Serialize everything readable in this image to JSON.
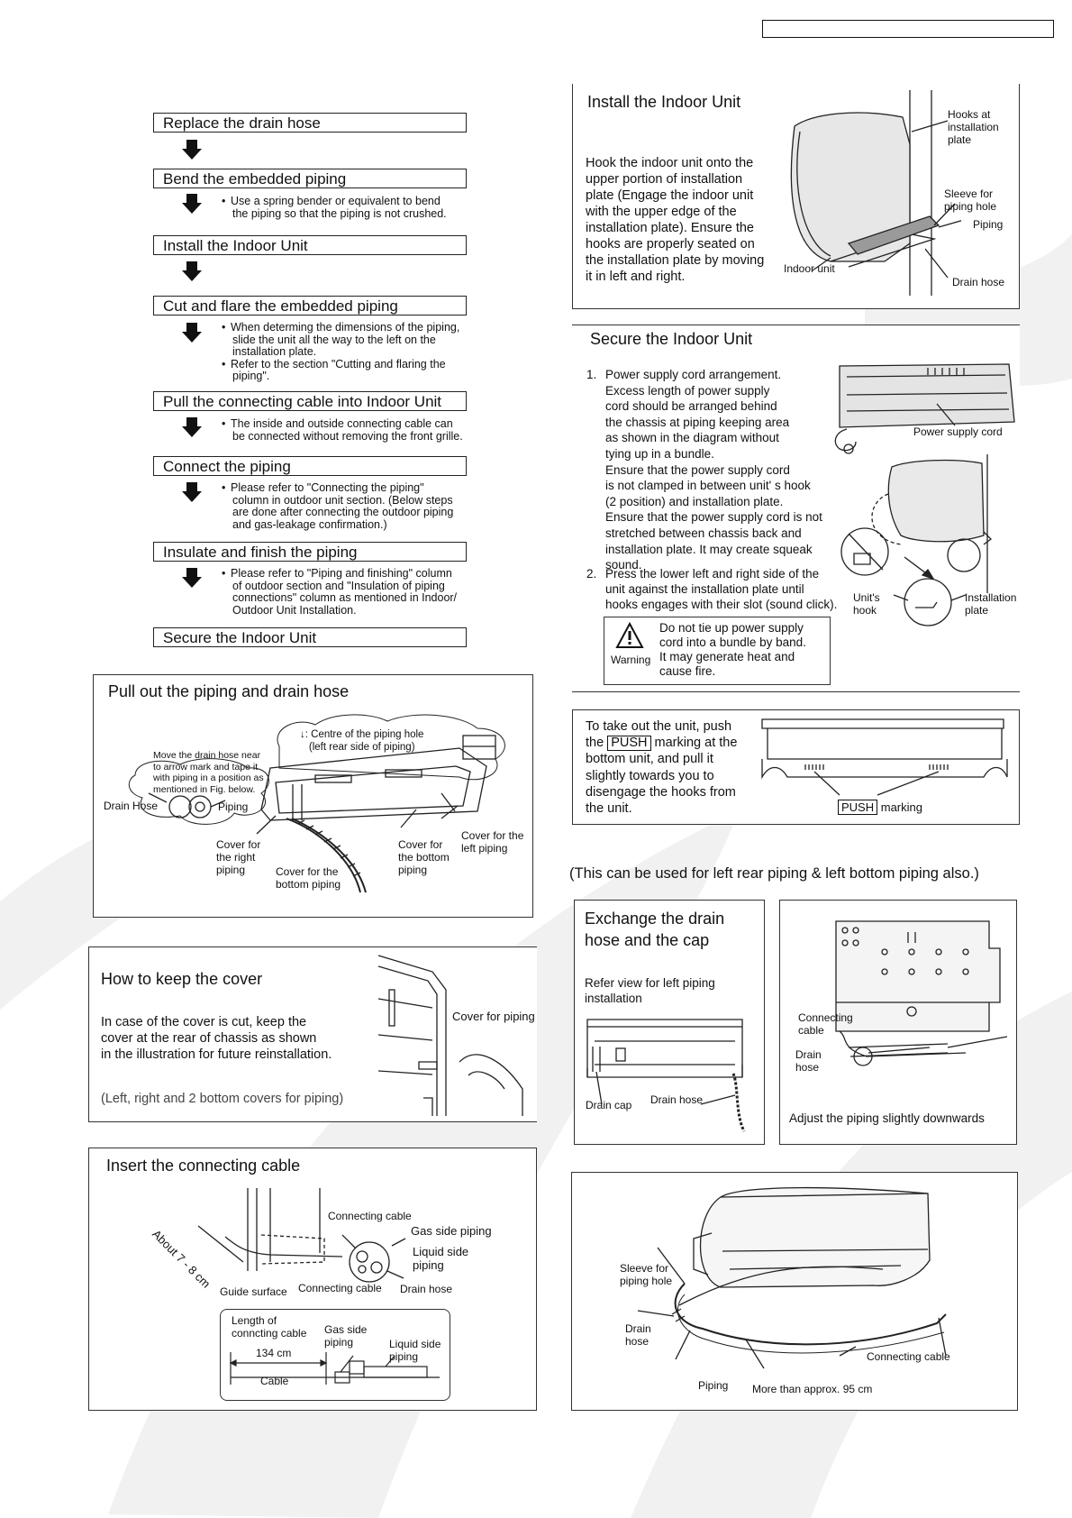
{
  "flow": {
    "steps": [
      "Replace the drain hose",
      "Bend the embedded piping",
      "Install the Indoor Unit",
      "Cut and flare the embedded piping",
      "Pull the connecting cable into Indoor Unit",
      "Connect the piping",
      "Insulate and finish the piping",
      "Secure the Indoor Unit"
    ],
    "notes": {
      "bend": [
        "Use a spring bender or equivalent to bend",
        "the piping so that the piping is not crushed."
      ],
      "cut1": [
        "When determing the dimensions of the piping,",
        "slide the unit all the way to the left on the",
        "installation plate."
      ],
      "cut2": [
        "Refer to the section \"Cutting and flaring the",
        "piping\"."
      ],
      "pull": [
        "The inside and outside connecting cable can",
        "be connected without removing the front grille."
      ],
      "connect": [
        "Please refer to \"Connecting the piping\"",
        "column in outdoor unit section. (Below steps",
        "are done after connecting the outdoor piping",
        "and gas-leakage confirmation.)"
      ],
      "insulate": [
        "Please refer to \"Piping and finishing\" column",
        "of outdoor section and \"Insulation of piping",
        "connections\" column as mentioned in Indoor/",
        "Outdoor Unit Installation."
      ]
    }
  },
  "pull_out": {
    "title": "Pull out the piping and drain hose",
    "centre_hole": [
      "↓: Centre of the piping hole",
      "(left rear side of piping)"
    ],
    "move_note": [
      "Move the drain hose near",
      "to arrow mark and tape it",
      "with piping in a position as",
      "mentioned in Fig. below."
    ],
    "drain_hose": "Drain Hose",
    "piping": "Piping",
    "cover_right": [
      "Cover for",
      "the right",
      "piping"
    ],
    "cover_bottom_piping": [
      "Cover for the",
      "bottom piping"
    ],
    "cover_bottom": [
      "Cover for",
      "the bottom",
      "piping"
    ],
    "cover_left": [
      "Cover for the",
      "left piping"
    ]
  },
  "keep_cover": {
    "title": "How to keep the cover",
    "text": [
      "In case of the cover is cut, keep the",
      "cover at the rear of chassis as shown",
      "in the illustration for future reinstallation."
    ],
    "footnote": "(Left, right and 2 bottom covers for piping)",
    "label": "Cover for piping"
  },
  "insert_cable": {
    "title": "Insert the connecting cable",
    "about": "About",
    "about_dim": "7 - 8 cm",
    "connecting_cable_top": "Connecting cable",
    "gas_side": "Gas side piping",
    "liquid_side": [
      "Liquid side",
      "piping"
    ],
    "guide_surface": "Guide surface",
    "connecting_cable": "Connecting cable",
    "drain_hose": "Drain hose",
    "length": [
      "Length of",
      "conncting cable"
    ],
    "gas_side2": [
      "Gas side",
      "piping"
    ],
    "liquid_side2": [
      "Liquid side",
      "piping"
    ],
    "dim": "134 cm",
    "cable": "Cable"
  },
  "install_indoor": {
    "title": "Install the Indoor Unit",
    "text": [
      "Hook the indoor unit onto the",
      "upper portion of installation",
      "plate (Engage the indoor unit",
      "with the upper edge of the",
      "installation plate). Ensure the",
      "hooks are properly seated on",
      "the installation plate by moving",
      "it in left and right."
    ],
    "hooks": [
      "Hooks at",
      "installation",
      "plate"
    ],
    "sleeve": [
      "Sleeve for",
      "piping hole"
    ],
    "piping": "Piping",
    "indoor_unit": "Indoor unit",
    "drain_hose": "Drain hose"
  },
  "secure_indoor": {
    "title": "Secure the Indoor Unit",
    "item1_num": "1.",
    "item1": [
      "Power supply cord arrangement.",
      "Excess length of power supply",
      "cord should be arranged behind",
      "the chassis at piping keeping area",
      "as shown in the diagram without",
      "tying up in a bundle.",
      "Ensure that the power supply cord",
      "is not clamped in between unit' s hook",
      "(2 position) and installation plate.",
      "Ensure that the power supply cord is not",
      "stretched between chassis back and",
      "installation plate. It may create squeak",
      "sound."
    ],
    "item2_num": "2.",
    "item2": [
      "Press the lower left and right side of the",
      "unit against the installation plate until",
      "hooks engages with their slot (sound click)."
    ],
    "power_cord": "Power supply cord",
    "units_hook": [
      "Unit's",
      "hook"
    ],
    "install_plate": [
      "Installation",
      "plate"
    ],
    "warning_label": "Warning",
    "warning_text": [
      "Do not tie up power supply",
      "cord into a bundle by band.",
      "It may generate heat and",
      "cause fire."
    ]
  },
  "take_out": {
    "line1": "To take out the unit, push",
    "the": "the",
    "push": "PUSH",
    "line2_rest": "marking at the",
    "rest": [
      "bottom unit, and pull it",
      "slightly towards you to",
      "disengage the hooks from",
      "the unit."
    ],
    "marking": "marking"
  },
  "also_note": "(This can be used for left rear piping & left bottom piping also.)",
  "exchange": {
    "title": [
      "Exchange the drain",
      "hose and the cap"
    ],
    "refer": [
      "Refer view for left piping",
      "installation"
    ],
    "drain_cap": "Drain cap",
    "drain_hose": "Drain hose"
  },
  "adjust": {
    "connecting_cable": [
      "Connecting",
      "cable"
    ],
    "drain_hose": [
      "Drain",
      "hose"
    ],
    "caption": "Adjust the piping slightly downwards"
  },
  "bottom_fig": {
    "sleeve": [
      "Sleeve for",
      "piping hole"
    ],
    "drain": [
      "Drain",
      "hose"
    ],
    "connecting_cable": "Connecting cable",
    "piping": "Piping",
    "more_than": "More than approx. 95 cm"
  }
}
